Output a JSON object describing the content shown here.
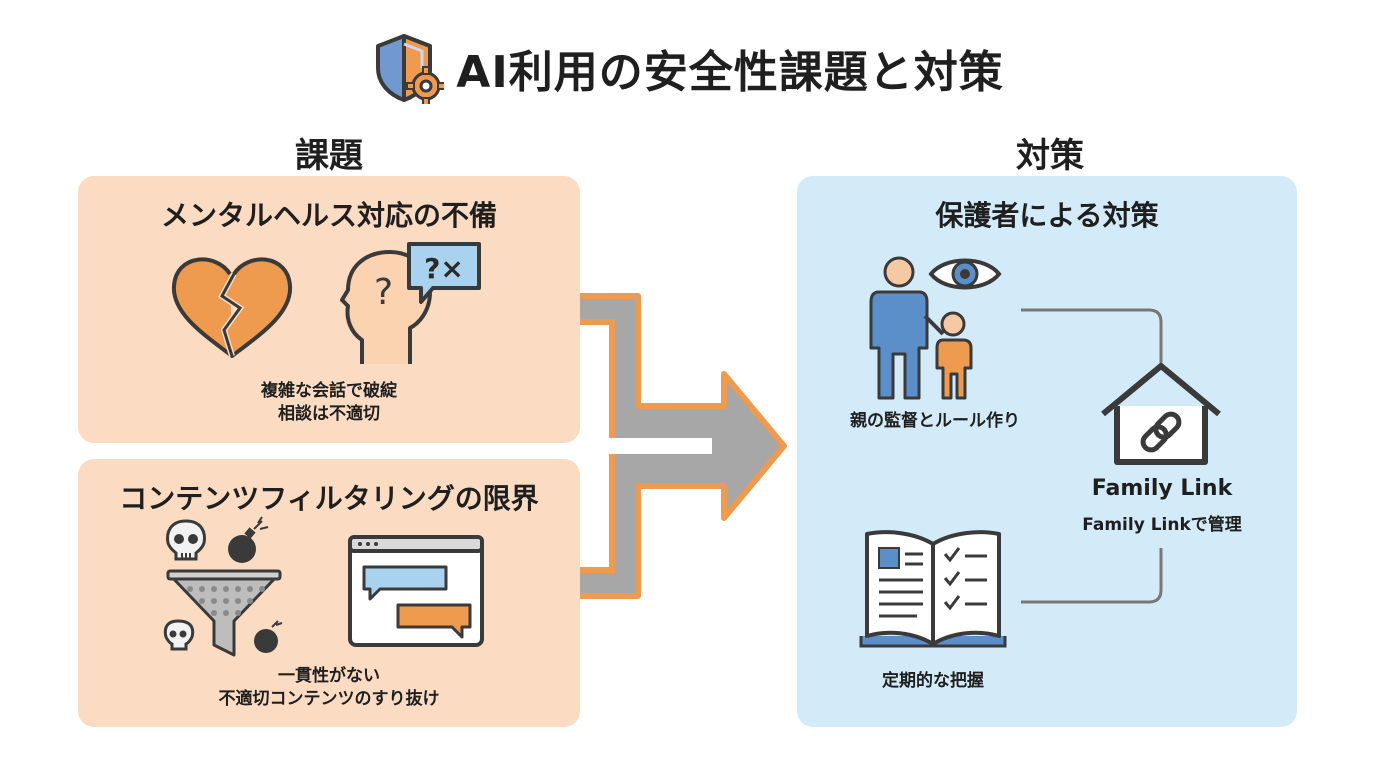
{
  "title": "AI利用の安全性課題と対策",
  "issues": {
    "heading": "課題",
    "mental_health": {
      "title": "メンタルヘルス対応の不備",
      "caption_line1": "複雑な会話で破綻",
      "caption_line2": "相談は不適切",
      "icons": [
        "broken-heart-icon",
        "confused-head-icon",
        "question-cross-bubble-icon"
      ],
      "bubble_text": "?×"
    },
    "content_filtering": {
      "title": "コンテンツフィルタリングの限界",
      "caption_line1": "一貫性がない",
      "caption_line2": "不適切コンテンツのすり抜け",
      "icons": [
        "skull-icon",
        "bomb-icon",
        "funnel-filter-icon",
        "chat-window-icon"
      ]
    }
  },
  "measures": {
    "heading": "対策",
    "panel_title": "保護者による対策",
    "parental": {
      "caption": "親の監督とルール作り",
      "icons": [
        "parent-child-icon",
        "eye-icon"
      ]
    },
    "family_link": {
      "name": "Family Link",
      "caption": "Family Linkで管理",
      "icon": "house-link-icon"
    },
    "review": {
      "caption": "定期的な把握",
      "icon": "open-checklist-book-icon"
    }
  },
  "colors": {
    "orange_panel": "#fbdcc2",
    "blue_panel": "#d3ebf9",
    "accent_orange": "#ee9a4f",
    "accent_blue": "#5b8fc9",
    "arrow_gray": "#a7a7a7",
    "outline": "#3a3a3a"
  }
}
